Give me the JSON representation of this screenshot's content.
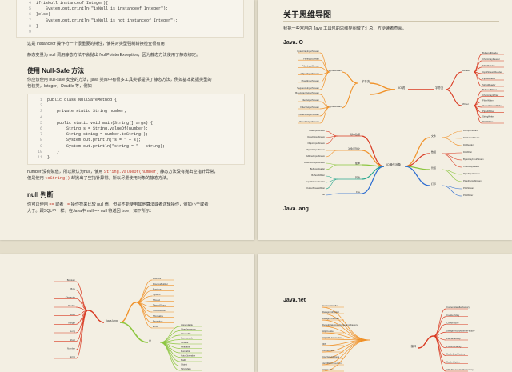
{
  "left_page": {
    "top_code": [
      {
        "n": "4",
        "text": "if(isNull instanceof Integer){"
      },
      {
        "n": "5",
        "text": "    System.out.println(\"isNull is instanceof Integer\");"
      },
      {
        "n": "6",
        "text": "}else{"
      },
      {
        "n": "7",
        "text": "    System.out.println(\"isNull is not instanceof Integer\");"
      },
      {
        "n": "8",
        "text": "}"
      },
      {
        "n": "9",
        "text": ""
      }
    ],
    "para1": "这是 instanceof 操作符一个很重要的特性，使得对类型强制转换检查很有用",
    "para2": "静态变量为 null 调用静态方法不会抛出 NullPointerException，因为静态方法使用了静态绑定。",
    "heading_nullsafe": "使用 Null-Safe 方法",
    "para3_line1": "你应该使用 null-safe 安全的方法，java 类库中有很多工具类都提供了静态方法，例如基本数据类型的",
    "para3_line2": "包装类，Integer，Double 等，例如",
    "code2": [
      {
        "n": "1",
        "text": "public class NullSafeMethod {"
      },
      {
        "n": "2",
        "text": ""
      },
      {
        "n": "3",
        "text": "    private static String number;"
      },
      {
        "n": "4",
        "text": ""
      },
      {
        "n": "5",
        "text": "    public static void main(String[] args) {"
      },
      {
        "n": "6",
        "text": "        String s = String.valueOf(number);"
      },
      {
        "n": "7",
        "text": "        String string = number.toString();"
      },
      {
        "n": "8",
        "text": "        System.out.println(\"s = \" + s);"
      },
      {
        "n": "9",
        "text": "        System.out.println(\"string = \" + string);"
      },
      {
        "n": "10",
        "text": "    }"
      },
      {
        "n": "11",
        "text": "}"
      }
    ],
    "para4_a": "number 没有赋值，所以默认为null，使用",
    "para4_code1": "String.valueOf(number)",
    "para4_b": "静态方法没有抛出空指针异常，",
    "para4_c": "但是使用",
    "para4_code2": "toString()",
    "para4_d": "却抛出了空指针异常。所以尽量使用对象的静态方法。",
    "heading_null": "null 判断",
    "para5_a": "你可以使用",
    "para5_op1": "==",
    "para5_b": "或者",
    "para5_op2": "!=",
    "para5_c": "操作符来比较 null 值，但是不能使用其他算法或者逻辑操作，例如小于或者",
    "para5_line2": "大于。跟SQL不一样，在Java中 null == null 将返回 true，如下所示："
  },
  "right_page": {
    "title": "关于思维导图",
    "intro": "我把一些常用的 Java 工具包的思维导图做了汇总，方便读者查阅。",
    "section_io": "Java.IO",
    "section_lang": "Java.lang",
    "mm_io_left": [
      "ByteArrayInputStream",
      "FileInputStream",
      "FilterInputStream",
      "ObjectInputStream",
      "PipedInputStream",
      "SequenceInputStream",
      "ByteArrayOutputStream",
      "FileOutputStream",
      "FilterOutputStream",
      "ObjectOutputStream",
      "PipedOutputStream"
    ],
    "mm_io_mid": [
      "InputStream",
      "OutputStream",
      "字节流"
    ],
    "mm_io_center": "IO流",
    "mm_io_right": [
      "Reader",
      "Writer",
      "字符流"
    ],
    "mm_io_right_leaves": [
      "BufferedReader",
      "CharArrayReader",
      "FilterReader",
      "InputStreamReader",
      "PipedReader",
      "StringReader",
      "BufferedWriter",
      "CharArrayWriter",
      "FilterWriter",
      "OutputStreamWriter",
      "PipedWriter",
      "StringWriter",
      "PrintWriter"
    ],
    "mm2_center": "IO操作对象",
    "mm2_left": [
      "基本数据",
      "对象序列化",
      "缓冲",
      "转换",
      "File"
    ],
    "mm2_right": [
      "文件",
      "数组",
      "管道",
      "打印"
    ],
    "mm2_left_leaves": [
      "DataInputStream",
      "DataOutputStream",
      "ObjectInputStream",
      "ObjectOutputStream",
      "BufferedInputStream",
      "BufferedOutputStream",
      "BufferedReader",
      "BufferedWriter",
      "InputStreamReader",
      "OutputStreamWriter",
      "File"
    ],
    "mm2_right_leaves": [
      "FileInputStream",
      "FileOutputStream",
      "FileReader",
      "FileWriter",
      "ByteArrayInputStream",
      "CharArrayReader",
      "PipedInputStream",
      "PipedOutputStream",
      "PrintStream",
      "PrintWriter"
    ]
  },
  "bottom_left": {
    "mm_center": "java.lang",
    "red_leaves": [
      "Boolean",
      "Byte",
      "Character",
      "Double",
      "Float",
      "Integer",
      "Long",
      "Short",
      "Number",
      "String"
    ],
    "orange_leaves": [
      "Process",
      "ProcessBuilder",
      "Runtime",
      "System",
      "Thread",
      "ThreadGroup",
      "ThreadLocal",
      "Throwable",
      "Exception",
      "Error"
    ],
    "green_branch": "类",
    "green_leaves": [
      "Appendable",
      "CharSequence",
      "Cloneable",
      "Comparable",
      "Iterable",
      "Readable",
      "Runnable",
      "AutoCloseable",
      "Math",
      "Object",
      "StrictMath"
    ]
  },
  "bottom_right": {
    "section": "Java.net",
    "left_leaves": [
      "ContentHandler",
      "DatagramPacket",
      "DatagramSocket",
      "DefaultDatagramSocketImplFactory",
      "HttpCookie",
      "HttpURLConnection",
      "IDN",
      "InetAddress",
      "InterfaceAddress",
      "JarURLConnection",
      "HttpCookie"
    ],
    "right_leaves": [
      "ContentHandlerFactory",
      "CookiePolicy",
      "CookieStore",
      "DatagramSocketImplFactory",
      "FileNameMap",
      "ProtocolFamily",
      "SocketImplFactory",
      "SocketOption",
      "URLStreamHandlerFactory"
    ],
    "center_label": "接口"
  },
  "colors": {
    "page_bg": "#f3efe3",
    "desk_bg": "#e4decb",
    "red": "#d93a22",
    "orange": "#f0922a",
    "green": "#8cc63f",
    "blue": "#2b6cd1",
    "purple": "#7b3fa0",
    "teal": "#2aa88f"
  }
}
